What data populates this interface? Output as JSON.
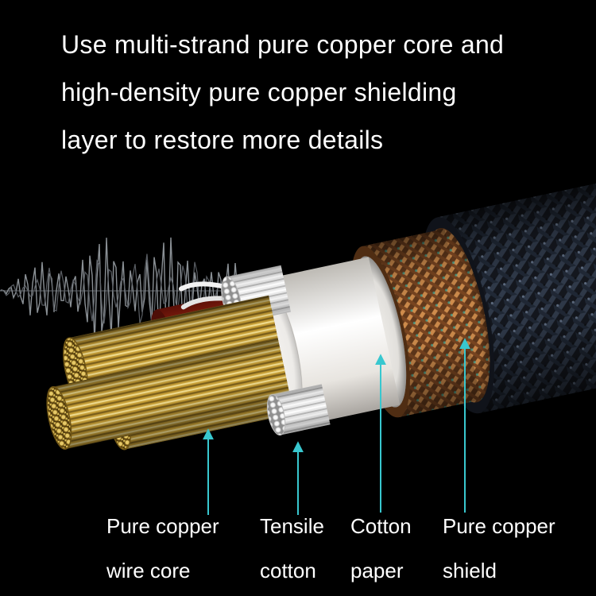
{
  "heading": {
    "lines": [
      "Use multi-strand pure copper core and",
      "high-density pure copper shielding",
      "layer to restore more details"
    ]
  },
  "labels": [
    {
      "id": "pure-copper-wire-core",
      "line1": "Pure copper",
      "line2": "wire core"
    },
    {
      "id": "tensile-cotton",
      "line1": "Tensile",
      "line2": "cotton"
    },
    {
      "id": "cotton-paper",
      "line1": "Cotton",
      "line2": "paper"
    },
    {
      "id": "pure-copper-shield",
      "line1": "Pure copper",
      "line2": "shield"
    }
  ],
  "colors": {
    "background": "#000000",
    "text": "#ffffff",
    "arrow": "#38c7cf",
    "copper_braid": "#b9763c",
    "gold_wire": "#d2a93f",
    "red_sheath": "#8e1d10",
    "cotton_paper": "#f2f0ed",
    "outer_jacket": "#2c3547"
  }
}
